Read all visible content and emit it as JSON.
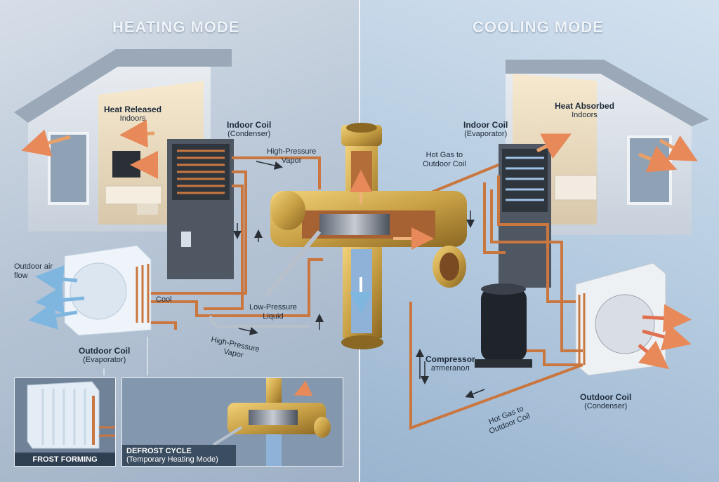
{
  "titles": {
    "left": "HEATING MODE",
    "right": "COOLING MODE"
  },
  "heating": {
    "heat_released": {
      "title": "Heat Released",
      "sub": "Indoors"
    },
    "indoor_coil": {
      "title": "Indoor Coil",
      "sub": "(Condenser)"
    },
    "high_pressure_vapor_top": [
      "High-Pressure",
      "Vapor"
    ],
    "outdoor_air_flow": [
      "Outdoor air",
      "flow"
    ],
    "cool": "Cool",
    "low_pressure_liquid": [
      "Low-Pressure",
      "Liquid"
    ],
    "high_pressure_vapor_bottom": [
      "High-Pressure",
      "Vapor"
    ],
    "outdoor_coil": {
      "title": "Outdoor Coil",
      "sub": "(Evaporator)"
    }
  },
  "cooling": {
    "heat_absorbed": {
      "title": "Heat Absorbed",
      "sub": "Indoors"
    },
    "indoor_coil": {
      "title": "Indoor Coil",
      "sub": "(Evaporator)"
    },
    "hot_gas_top": [
      "Hot Gas to",
      "Outdoor Coil"
    ],
    "compressor": {
      "title": "Compressor",
      "sub": "aтmeranoл"
    },
    "hot_gas_bottom": [
      "Hot Gas to",
      "Outdoor Coil"
    ],
    "outdoor_coil": {
      "title": "Outdoor Coil",
      "sub": "(Condenser)"
    }
  },
  "insets": {
    "frost": {
      "title": "FROST FORMING"
    },
    "defrost": {
      "title": "DEFROST CYCLE",
      "sub": "(Temporary Heating Mode)"
    }
  },
  "colors": {
    "copper": "#c9773f",
    "brass": "#c9a146",
    "hot_arrow": "#e8895a",
    "cold_arrow": "#7fb6e0"
  }
}
